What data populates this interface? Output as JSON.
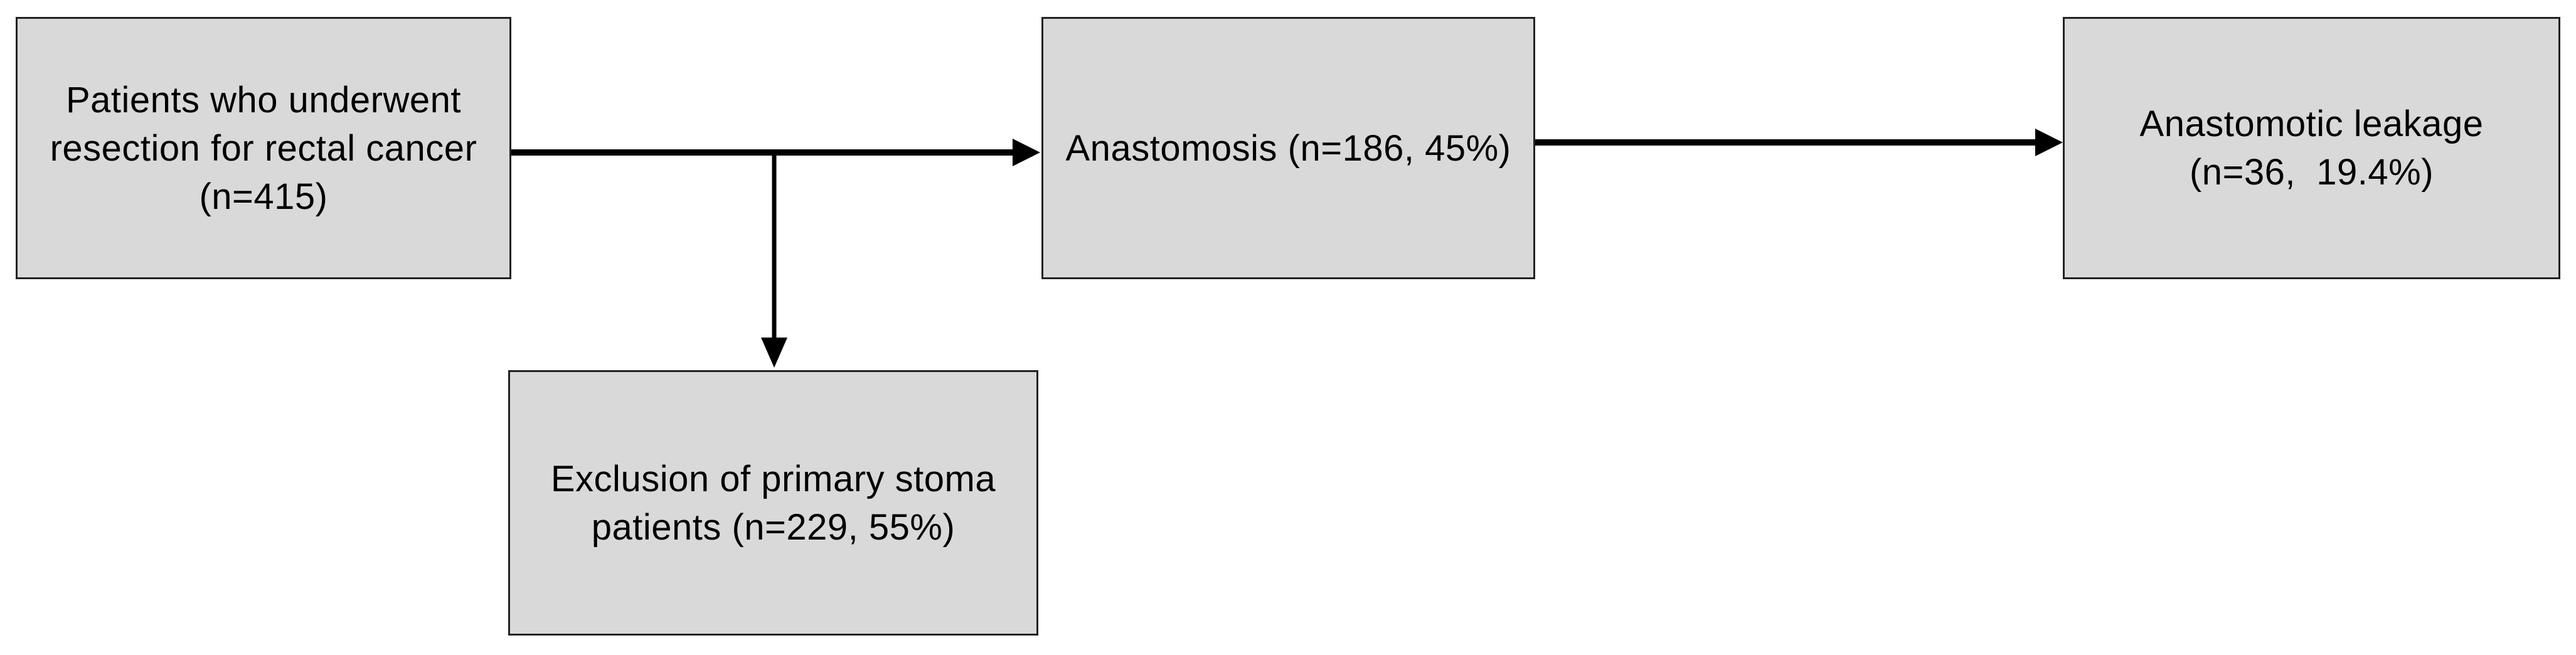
{
  "diagram": {
    "type": "flowchart",
    "colors": {
      "background": "#ffffff",
      "node_fill": "#d9d9d9",
      "node_border": "#222222",
      "arrow": "#000000",
      "text": "#000000"
    },
    "nodes": {
      "resection": {
        "label": "Patients who underwent\nresection for rectal cancer\n(n=415)"
      },
      "anastomosis": {
        "label": "Anastomosis (n=186, 45%)"
      },
      "leakage": {
        "label": "Anastomotic leakage\n(n=36,  19.4%)"
      },
      "exclusion": {
        "label": "Exclusion of primary stoma\npatients (n=229, 55%)"
      }
    },
    "edges": [
      {
        "from": "Patients who underwent resection for rectal cancer (n=415)",
        "to": "Anastomosis (n=186, 45%)"
      },
      {
        "from": "Patients who underwent resection for rectal cancer (n=415)",
        "to": "Exclusion of primary stoma patients (n=229, 55%)"
      },
      {
        "from": "Anastomosis (n=186, 45%)",
        "to": "Anastomotic leakage (n=36,  19.4%)"
      }
    ]
  }
}
